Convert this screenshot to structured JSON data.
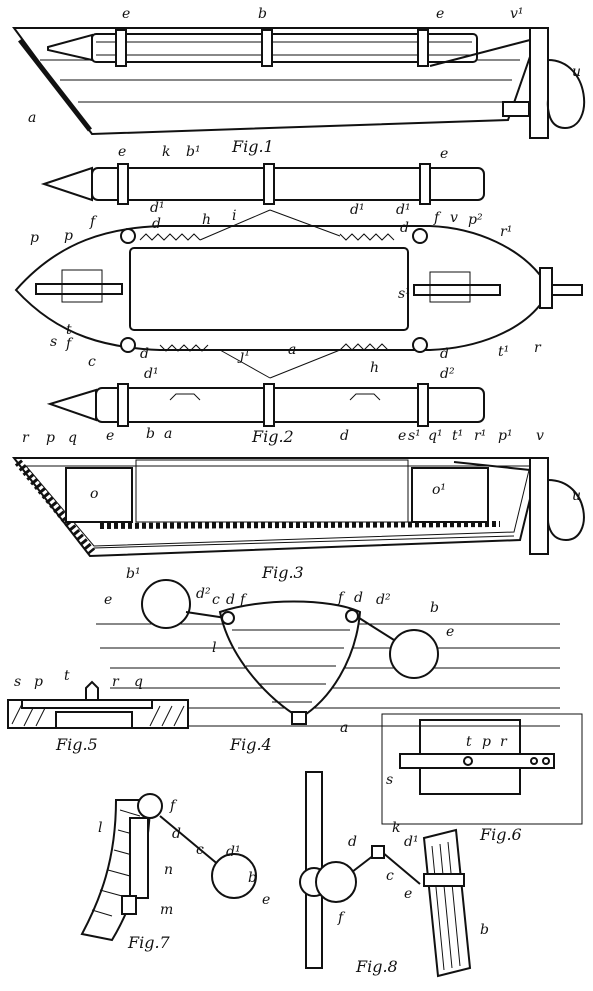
{
  "figures": {
    "fig1": {
      "caption": "Fig.1",
      "labels": [
        "e",
        "b",
        "e",
        "v¹",
        "a",
        "u"
      ]
    },
    "fig2": {
      "caption": "Fig.2",
      "labels": [
        "e",
        "k",
        "b¹",
        "e",
        "d¹",
        "d¹",
        "d¹",
        "f",
        "d",
        "h",
        "i",
        "d",
        "f",
        "v",
        "p²",
        "r¹",
        "p",
        "p",
        "s¹",
        "t",
        "s",
        "f",
        "t¹",
        "r",
        "c",
        "d",
        "a",
        "h",
        "d",
        "d¹",
        "j¹",
        "d²",
        "b",
        "a",
        "d",
        "e",
        "s¹",
        "q¹",
        "t¹",
        "r¹",
        "p¹",
        "v",
        "e"
      ]
    },
    "fig3": {
      "caption": "Fig.3",
      "labels": [
        "r",
        "p",
        "q",
        "o",
        "o¹",
        "u"
      ]
    },
    "fig4": {
      "caption": "Fig.4",
      "labels": [
        "b¹",
        "d²",
        "c",
        "d",
        "f",
        "e",
        "l",
        "f",
        "d",
        "d²",
        "b",
        "e",
        "a"
      ]
    },
    "fig5": {
      "caption": "Fig.5",
      "labels": [
        "s",
        "p",
        "t",
        "r",
        "q"
      ]
    },
    "fig6": {
      "caption": "Fig.6",
      "labels": [
        "t",
        "p",
        "r",
        "s"
      ]
    },
    "fig7": {
      "caption": "Fig.7",
      "labels": [
        "f",
        "d",
        "c",
        "d¹",
        "l",
        "n",
        "b",
        "e",
        "m"
      ]
    },
    "fig8": {
      "caption": "Fig.8",
      "labels": [
        "k",
        "d",
        "d¹",
        "c",
        "e",
        "f",
        "b"
      ]
    }
  }
}
